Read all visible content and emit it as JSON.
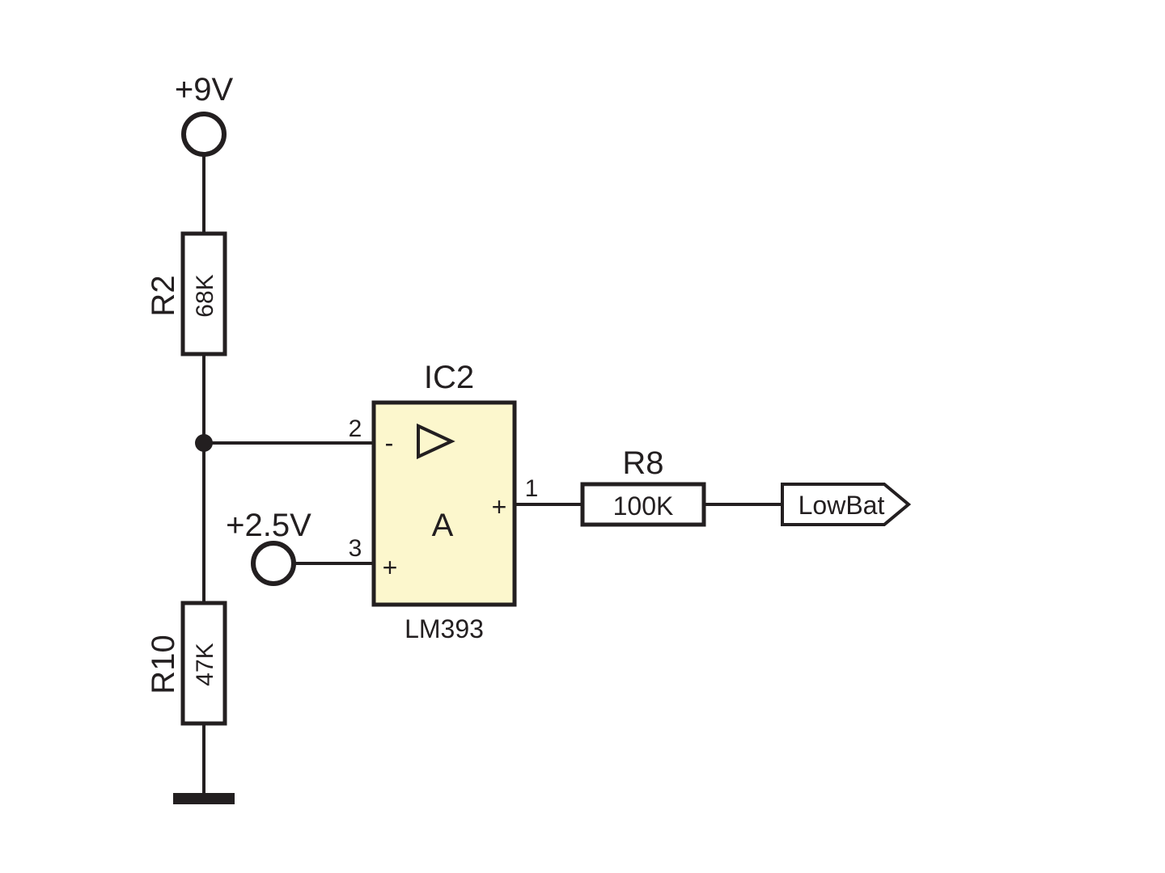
{
  "supply": {
    "label": "+9V"
  },
  "reference": {
    "label": "+2.5V"
  },
  "r2": {
    "ref": "R2",
    "value": "68K"
  },
  "r10": {
    "ref": "R10",
    "value": "47K"
  },
  "r8": {
    "ref": "R8",
    "value": "100K"
  },
  "ic2": {
    "ref": "IC2",
    "part": "LM393",
    "unit": "A",
    "pin_inverting": "2",
    "pin_noninverting": "3",
    "pin_output": "1",
    "sign_minus": "-",
    "sign_plus": "+",
    "sign_output": "+"
  },
  "output_net": {
    "label": "LowBat"
  },
  "colors": {
    "ic_fill": "#fcf7cd",
    "line": "#231f20"
  }
}
